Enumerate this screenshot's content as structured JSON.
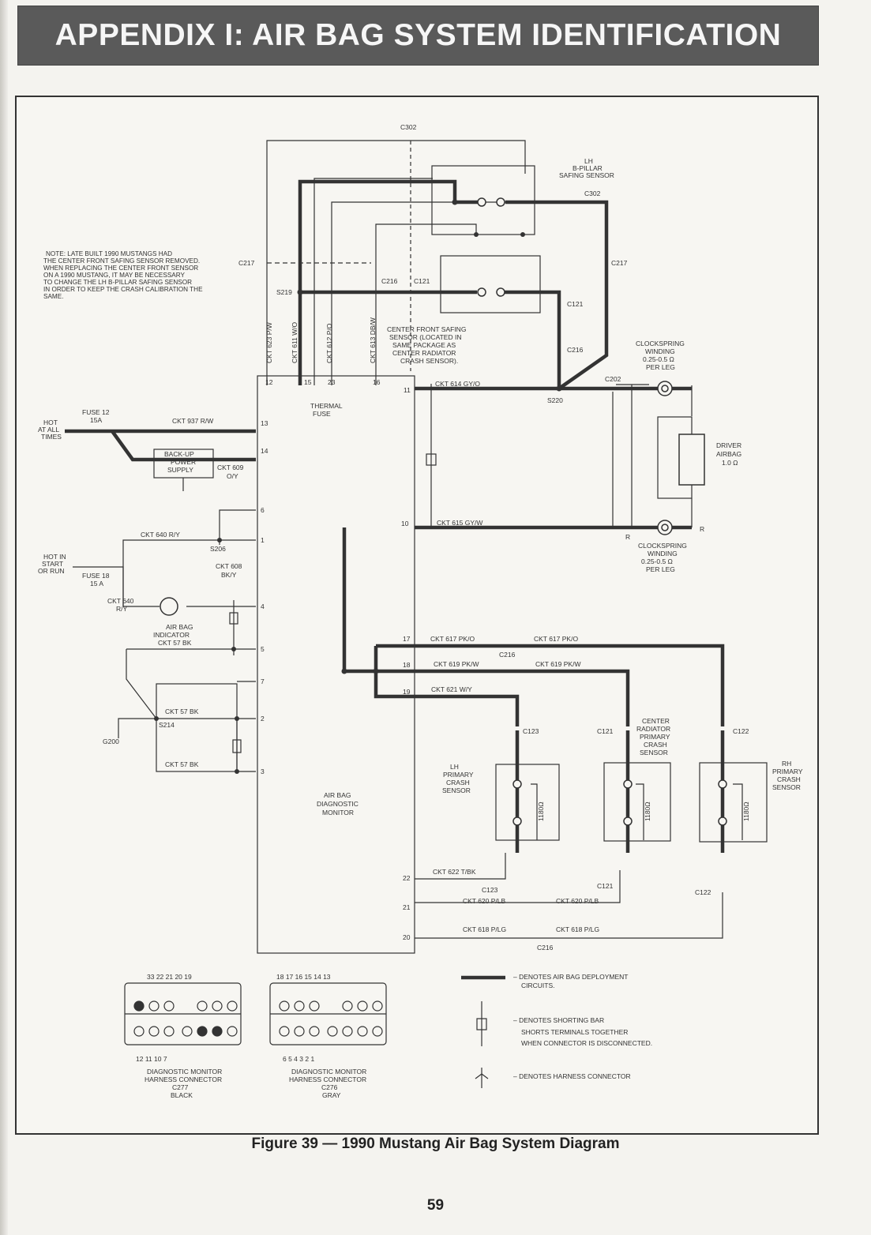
{
  "header": {
    "title": "APPENDIX I: AIR BAG SYSTEM IDENTIFICATION"
  },
  "note": [
    "NOTE:  LATE BUILT 1990 MUSTANGS HAD",
    "THE CENTER FRONT SAFING SENSOR REMOVED.",
    "WHEN REPLACING THE CENTER FRONT SENSOR",
    "ON A 1990 MUSTANG, IT MAY BE NECESSARY",
    "TO CHANGE THE LH B-PILLAR SAFING SENSOR",
    "IN ORDER TO KEEP THE CRASH CALIBRATION THE",
    "SAME."
  ],
  "connectors": [
    "C302",
    "C217",
    "C216",
    "C121",
    "C202",
    "C123",
    "C122",
    "S219",
    "S220",
    "S206",
    "S214"
  ],
  "circuits": {
    "ckt623": "CKT 623 P/W",
    "ckt611": "CKT 611 W/O",
    "ckt612": "CKT 612 P/O",
    "ckt613": "CKT 613 DB/W",
    "ckt614": "CKT 614 GY/O",
    "ckt615": "CKT 615 GY/W",
    "ckt937": "CKT 937 R/W",
    "ckt609": "CKT 609",
    "ckt609c": "O/Y",
    "ckt640": "CKT 640 R/Y",
    "ckt640b": "CKT 640",
    "ckt640c": "R/Y",
    "ckt608": "CKT 608",
    "ckt608c": "BK/Y",
    "ckt57": "CKT 57 BK",
    "ckt617": "CKT 617 PK/O",
    "ckt619": "CKT 619 PK/W",
    "ckt621": "CKT 621 W/Y",
    "ckt622": "CKT 622 T/BK",
    "ckt620": "CKT 620 P/LB",
    "ckt618": "CKT 618 P/LG"
  },
  "components": {
    "lh_bpillar": [
      "LH",
      "B-PILLAR",
      "SAFING SENSOR"
    ],
    "center_front": [
      "CENTER FRONT SAFING",
      "SENSOR (LOCATED IN",
      "SAME PACKAGE AS",
      "CENTER RADIATOR",
      "CRASH SENSOR)."
    ],
    "clockspring_top": [
      "CLOCKSPRING",
      "WINDING",
      "0.25-0.5 Ω",
      "PER LEG"
    ],
    "clockspring_bottom": [
      "CLOCKSPRING",
      "WINDING",
      "0.25-0.5 Ω",
      "PER LEG"
    ],
    "driver_airbag": [
      "DRIVER",
      "AIRBAG",
      "1.0 Ω"
    ],
    "thermal_fuse": [
      "THERMAL",
      "FUSE"
    ],
    "backup_power": [
      "BACK-UP",
      "POWER",
      "SUPPLY"
    ],
    "hot_all_times": [
      "HOT",
      "AT ALL",
      "TIMES"
    ],
    "fuse12": [
      "FUSE 12",
      "15A"
    ],
    "hot_start": [
      "HOT IN",
      "START",
      "OR RUN"
    ],
    "fuse18": [
      "FUSE 18",
      "15 A"
    ],
    "airbag_indicator": [
      "AIR BAG",
      "INDICATOR"
    ],
    "ground": "G200",
    "diag_monitor": [
      "AIR BAG",
      "DIAGNOSTIC",
      "MONITOR"
    ],
    "lh_primary": [
      "LH",
      "PRIMARY",
      "CRASH",
      "SENSOR"
    ],
    "center_radiator": [
      "CENTER",
      "RADIATOR",
      "PRIMARY",
      "CRASH",
      "SENSOR"
    ],
    "rh_primary": [
      "RH",
      "PRIMARY",
      "CRASH",
      "SENSOR"
    ],
    "resistor": "1180Ω",
    "r_label": "R"
  },
  "pins": [
    "12",
    "15",
    "23",
    "16",
    "11",
    "13",
    "14",
    "6",
    "1",
    "4",
    "5",
    "7",
    "2",
    "3",
    "10",
    "17",
    "18",
    "19",
    "22",
    "21",
    "20"
  ],
  "harness": {
    "c277_top": "33  22     21  20  19",
    "c277_bottom": "12  11  10              7",
    "c277_label": [
      "DIAGNOSTIC MONITOR",
      "HARNESS CONNECTOR",
      "C277",
      "BLACK"
    ],
    "c276_top": "18  17  16      15  14  13",
    "c276_bottom": "6     5   4   3    2    1",
    "c276_label": [
      "DIAGNOSTIC MONITOR",
      "HARNESS CONNECTOR",
      "C276",
      "GRAY"
    ]
  },
  "legend": {
    "deployment": [
      "– DENOTES AIR BAG DEPLOYMENT",
      "CIRCUITS."
    ],
    "shorting": [
      "– DENOTES SHORTING BAR",
      "SHORTS TERMINALS TOGETHER",
      "WHEN CONNECTOR IS DISCONNECTED."
    ],
    "harness": "– DENOTES HARNESS CONNECTOR"
  },
  "caption": "Figure 39 — 1990 Mustang Air Bag System Diagram",
  "page_number": "59"
}
